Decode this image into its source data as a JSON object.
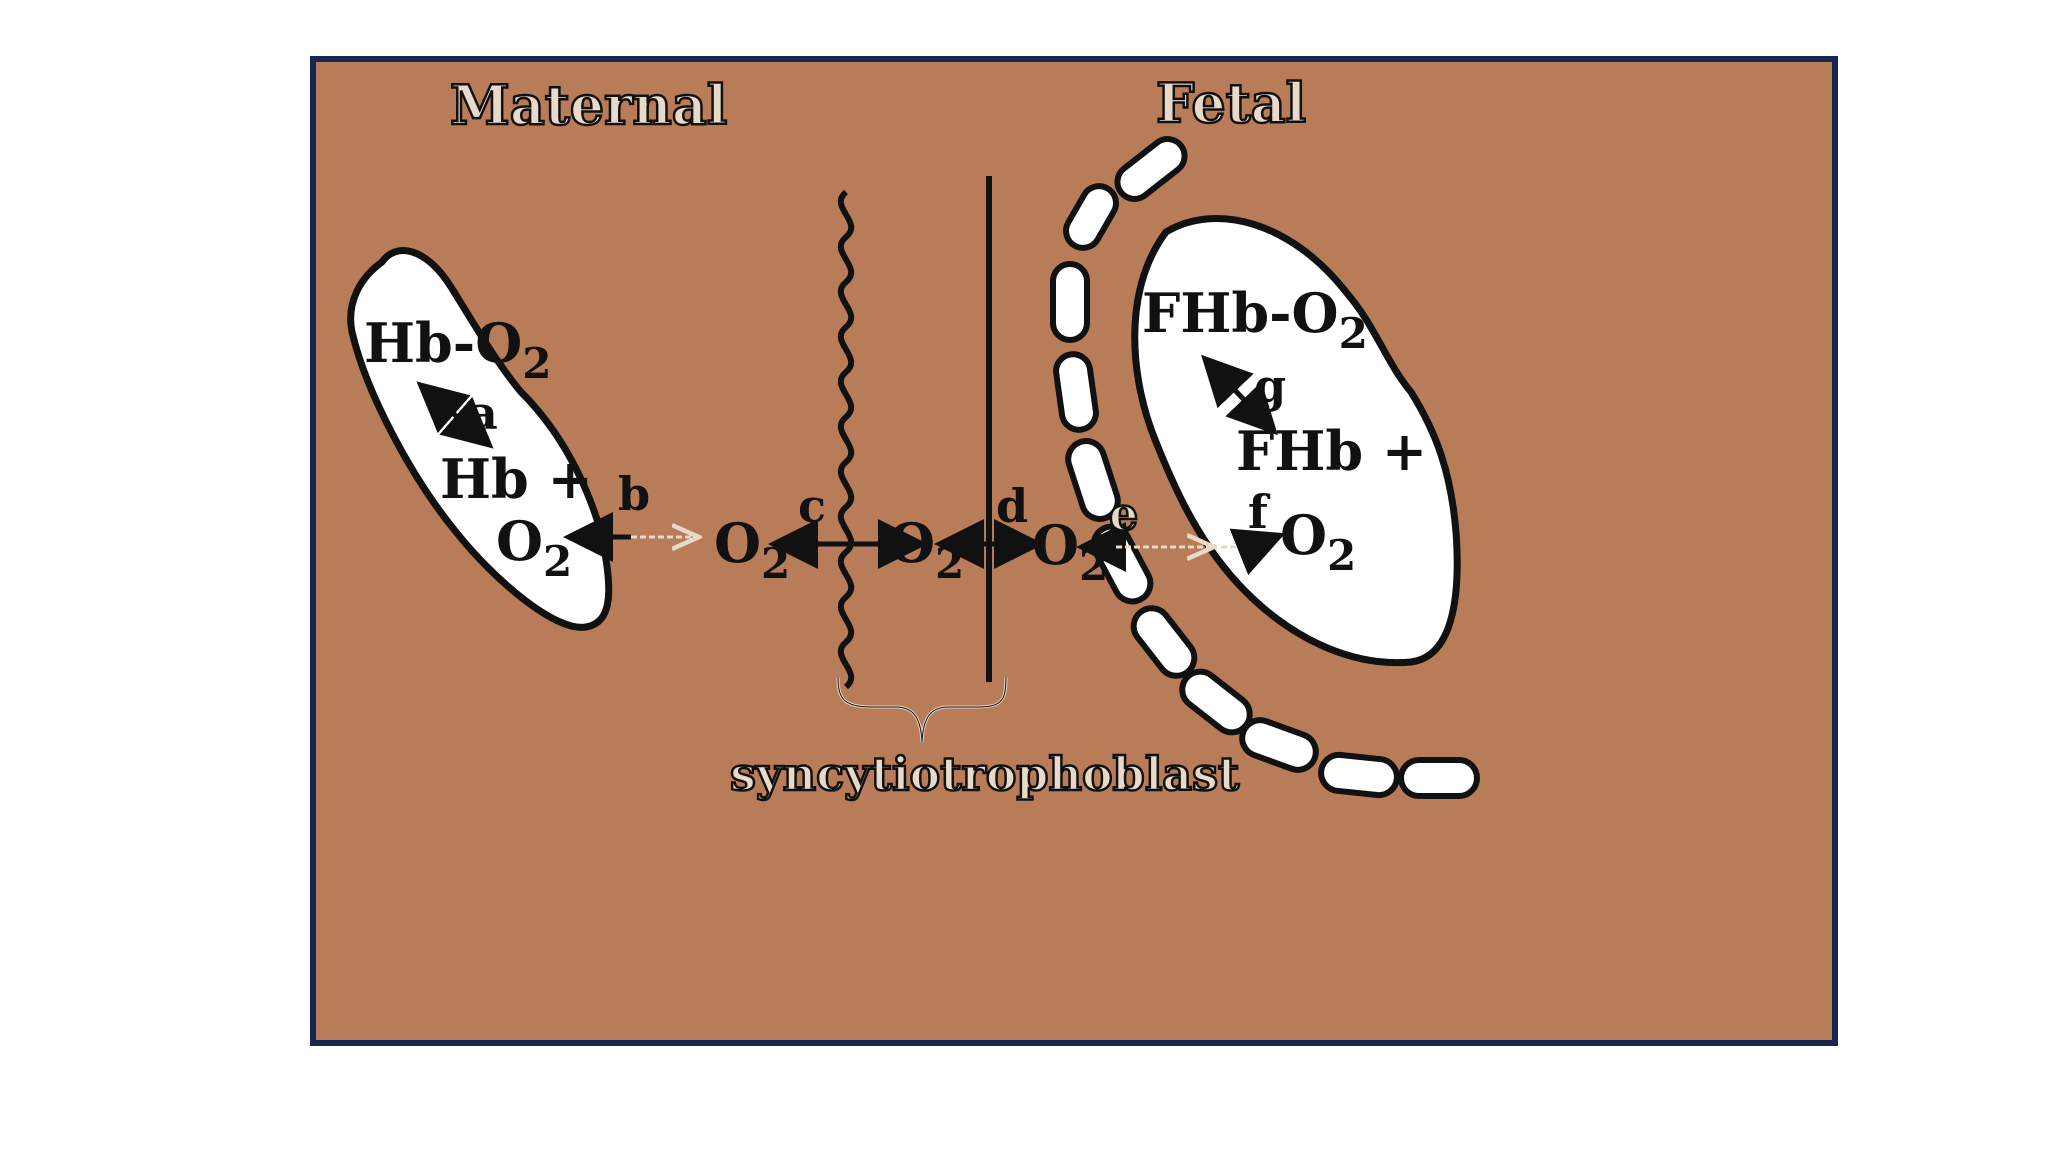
{
  "panel": {
    "border_color": "#16264f",
    "background_color": "#b87c59"
  },
  "labels": {
    "maternal": "Maternal",
    "fetal": "Fetal",
    "syncytiotrophoblast": "syncytiotrophoblast",
    "o2": "O",
    "sub_2": "2",
    "hb_o2": "Hb-O",
    "hb_plus": "Hb +",
    "fhb_o2": "FHb-O",
    "fhb_plus": "FHb +",
    "step_a": "a",
    "step_b": "b",
    "step_c": "c",
    "step_d": "d",
    "step_e": "e",
    "step_f": "f",
    "step_g": "g"
  },
  "icons": {
    "maternal_cell": "maternal-red-blood-cell",
    "fetal_cell": "fetal-red-blood-cell",
    "endothelium": "fetal-capillary-endothelium",
    "brace": "syncytiotrophoblast-brace"
  }
}
